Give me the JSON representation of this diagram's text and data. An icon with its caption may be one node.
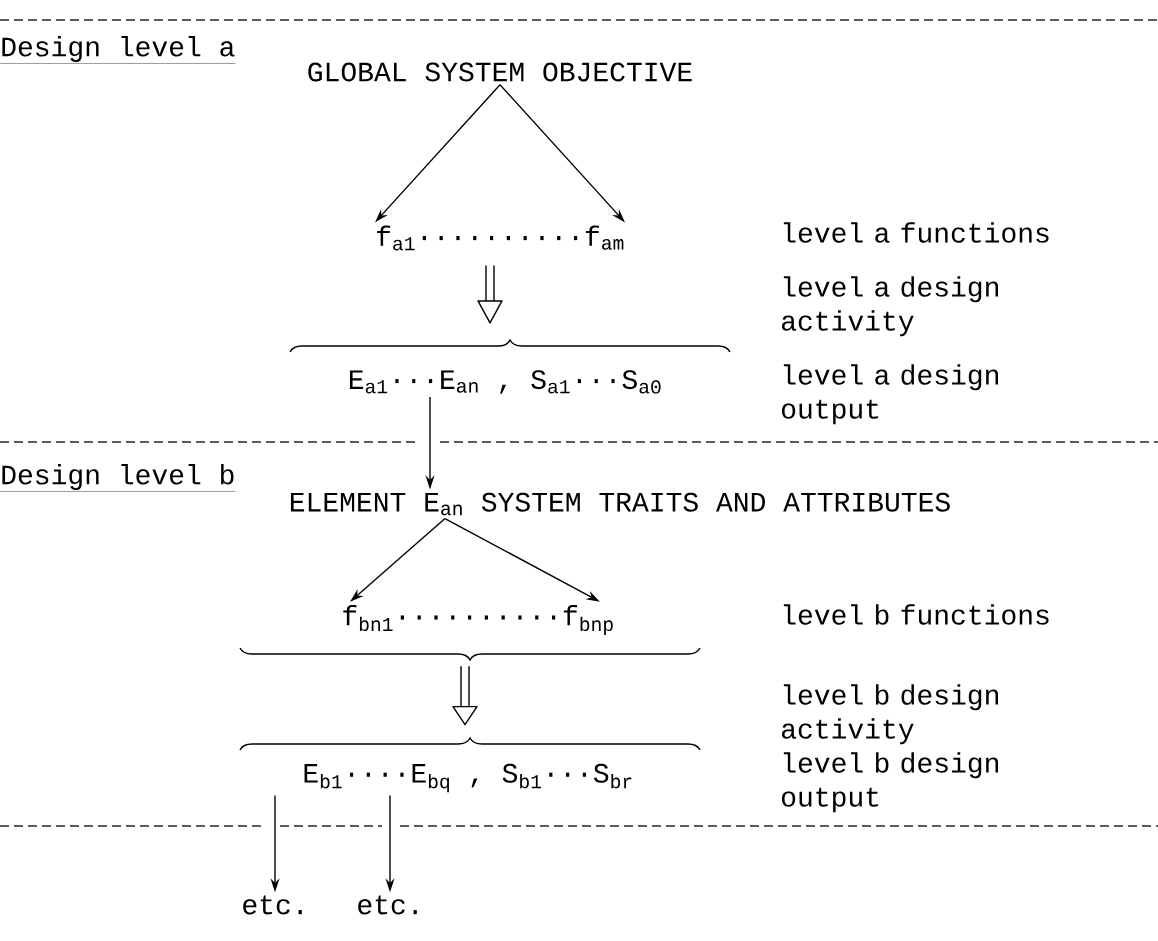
{
  "diagram": {
    "nodes": [
      {
        "text": [
          "GLOBAL SYSTEM OBJECTIVE"
        ]
      },
      {
        "text": [
          "f$_{a1}$··········f$_{am}$"
        ]
      },
      {
        "text": [
          "E$_{a1}$···E$_{an}$ , S$_{a1}$···S$_{a0}$"
        ]
      },
      {
        "text": [
          "ELEMENT E$_{an}$ SYSTEM TRAITS AND ATTRIBUTES"
        ]
      },
      {
        "text": [
          "f$_{bn1}$··········f$_{bnp}$"
        ]
      },
      {
        "text": [
          "E$_{b1}$····E$_{bq}$ , S$_{b1}$···S$_{br}$"
        ]
      },
      {
        "text": [
          "etc."
        ]
      },
      {
        "text": [
          "etc."
        ]
      }
    ],
    "edges": [
      {
        "from": 0,
        "to": 1,
        "arrow": "to"
      },
      {
        "from": 0,
        "to": 1,
        "arrow": "to"
      },
      {
        "from": 1,
        "to": 2,
        "arrow": "to"
      },
      {
        "from": 2,
        "to": 3,
        "arrow": "to"
      },
      {
        "from": 3,
        "to": 4,
        "arrow": "to"
      },
      {
        "from": 3,
        "to": 4,
        "arrow": "to"
      },
      {
        "from": 4,
        "to": 5,
        "arrow": "to"
      },
      {
        "from": 5,
        "to": 6,
        "arrow": "to"
      },
      {
        "from": 5,
        "to": 7,
        "arrow": "to"
      }
    ],
    "labels": [
      "Design level a",
      "level a functions",
      "level a design activity",
      "level a design output",
      "Design level b",
      "level b functions",
      "level b design activity",
      "level b design output"
    ]
  }
}
